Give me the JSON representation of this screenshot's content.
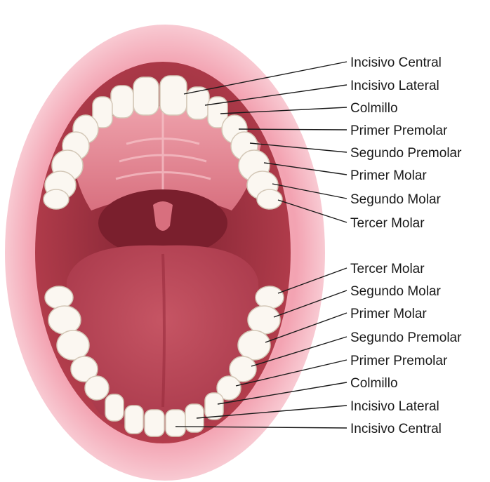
{
  "upper_labels": [
    "Incisivo Central",
    "Incisivo Lateral",
    "Colmillo",
    "Primer Premolar",
    "Segundo Premolar",
    "Primer Molar",
    "Segundo Molar",
    "Tercer Molar"
  ],
  "lower_labels": [
    "Tercer Molar",
    "Segundo Molar",
    "Primer Molar",
    "Segundo Premolar",
    "Primer Premolar",
    "Colmillo",
    "Incisivo Lateral",
    "Incisivo Central"
  ],
  "colors": {
    "lips": "#f3a6b4",
    "lips_outer": "#f7c3cc",
    "mouth_cavity": "#b23a49",
    "palate": "#e58b97",
    "throat": "#8e2a38",
    "tongue": "#c8505f",
    "teeth": "#fbf7f1",
    "tooth_shadow": "#d9cfc2",
    "leader_line": "#1a1a1a"
  }
}
